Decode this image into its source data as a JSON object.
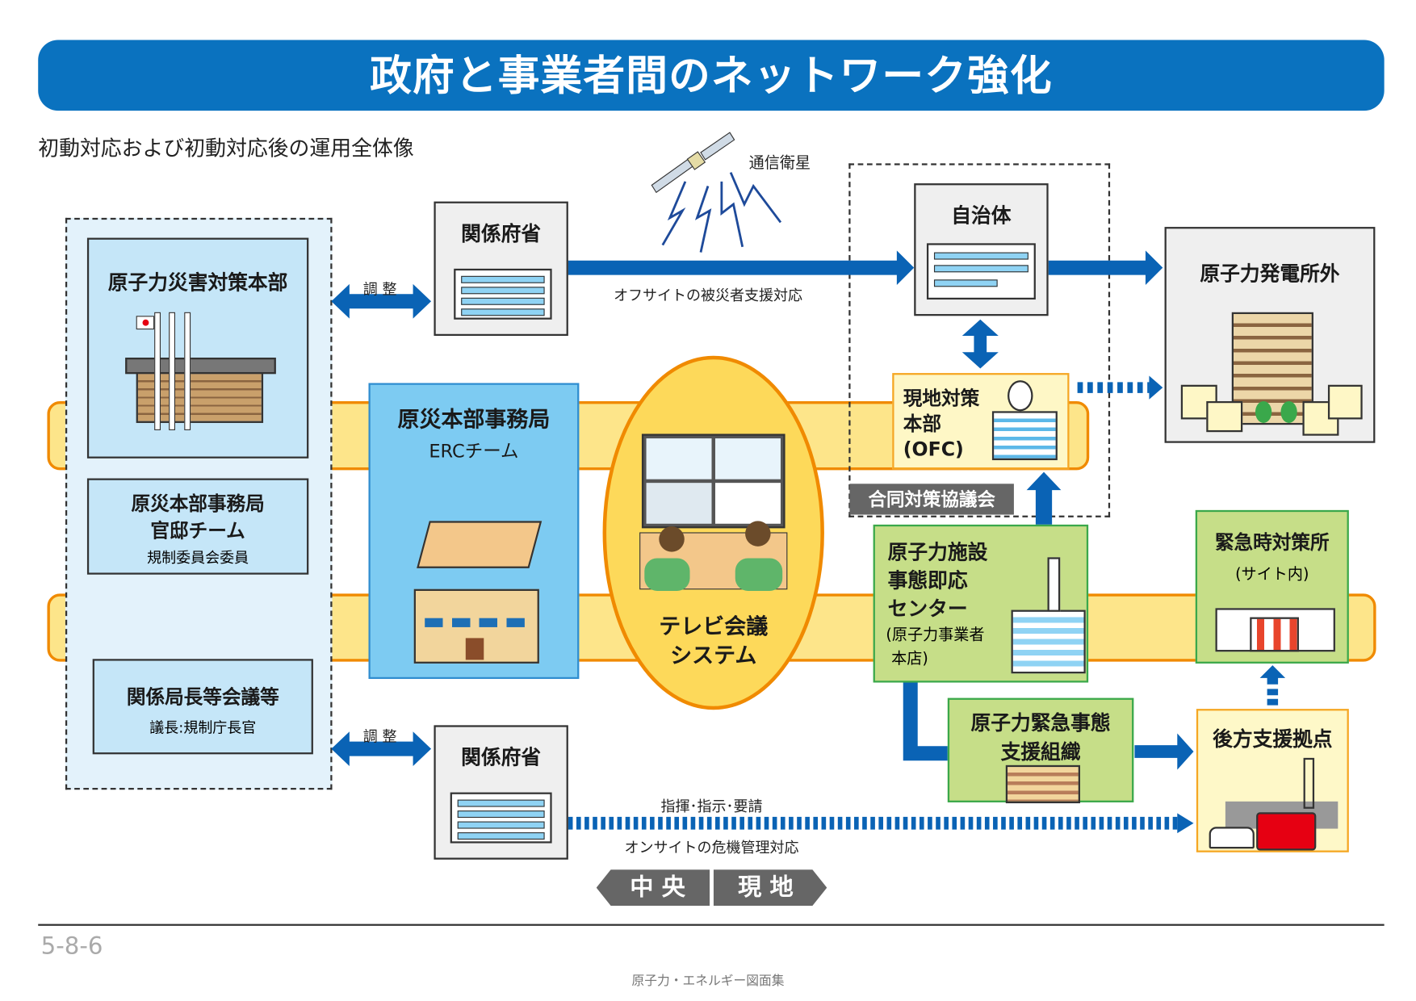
{
  "title": "政府と事業者間のネットワーク強化",
  "subtitle": "初動対応および初動対応後の運用全体像",
  "satellite_label": "通信衛星",
  "left_group": {
    "hq": "原子力災害対策本部",
    "kantei": {
      "line1": "原災本部事務局",
      "line2": "官邸チーム",
      "note": "規制委員会委員"
    },
    "bureau": {
      "title": "関係局長等会議等",
      "note": "議長:規制庁長官"
    }
  },
  "coordination_label": "調 整",
  "ministries_top": "関係府省",
  "ministries_bottom": "関係府省",
  "offsite_label": "オフサイトの被災者支援対応",
  "municipality": "自治体",
  "offsite_area": "原子力発電所外",
  "erc": {
    "title": "原災本部事務局",
    "subtitle": "ERCチーム"
  },
  "tv_conference": {
    "line1": "テレビ会議",
    "line2": "システム"
  },
  "ofc": {
    "line1": "現地対策",
    "line2": "本部",
    "line3": "(OFC)"
  },
  "joint_council": "合同対策協議会",
  "response_center": {
    "line1": "原子力施設",
    "line2": "事態即応",
    "line3": "センター",
    "line4": "(原子力事業者",
    "line5": "本店)"
  },
  "emergency_office": {
    "title": "緊急時対策所",
    "note": "(サイト内)"
  },
  "support_org": {
    "line1": "原子力緊急事態",
    "line2": "支援組織"
  },
  "rear_base": "後方支援拠点",
  "command_label": "指揮･指示･要請",
  "onsite_label": "オンサイトの危機管理対応",
  "badge": {
    "central": "中 央",
    "local": "現 地"
  },
  "page_number": "5-8-6",
  "footer": "原子力・エネルギー図面集",
  "colors": {
    "title_blue": "#0a72bf",
    "arrow_blue": "#0a63b5",
    "band_yellow": "#fde58a",
    "band_orange": "#f08a00",
    "erc_blue": "#7dcbf2",
    "green": "#c6de88"
  }
}
